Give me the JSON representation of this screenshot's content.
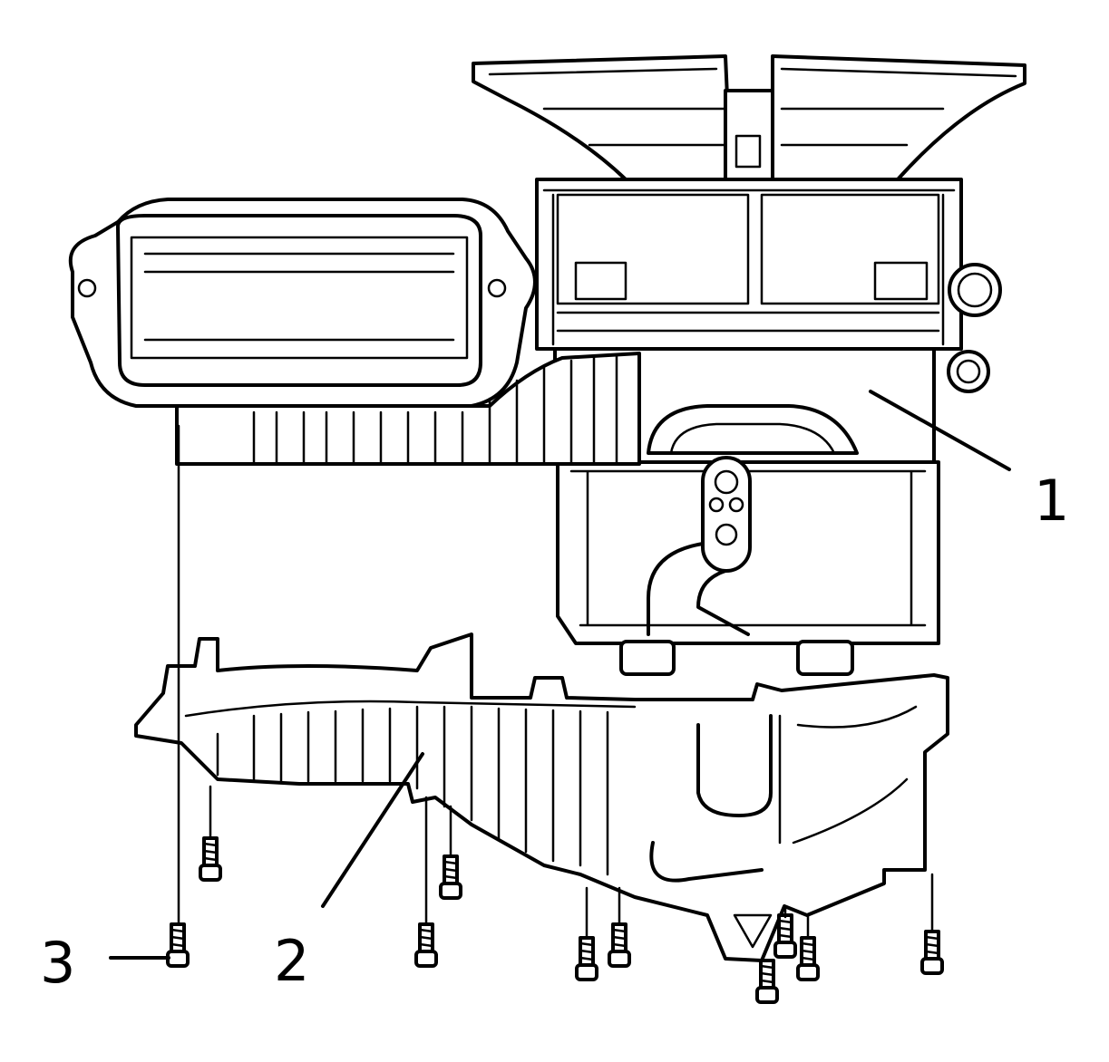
{
  "callouts": [
    {
      "id": "1",
      "text": "1"
    },
    {
      "id": "2",
      "text": "2"
    },
    {
      "id": "3",
      "text": "3"
    }
  ],
  "icons": {
    "screw": "screw-icon"
  },
  "colors": {
    "line": "#000000",
    "background": "#ffffff"
  }
}
